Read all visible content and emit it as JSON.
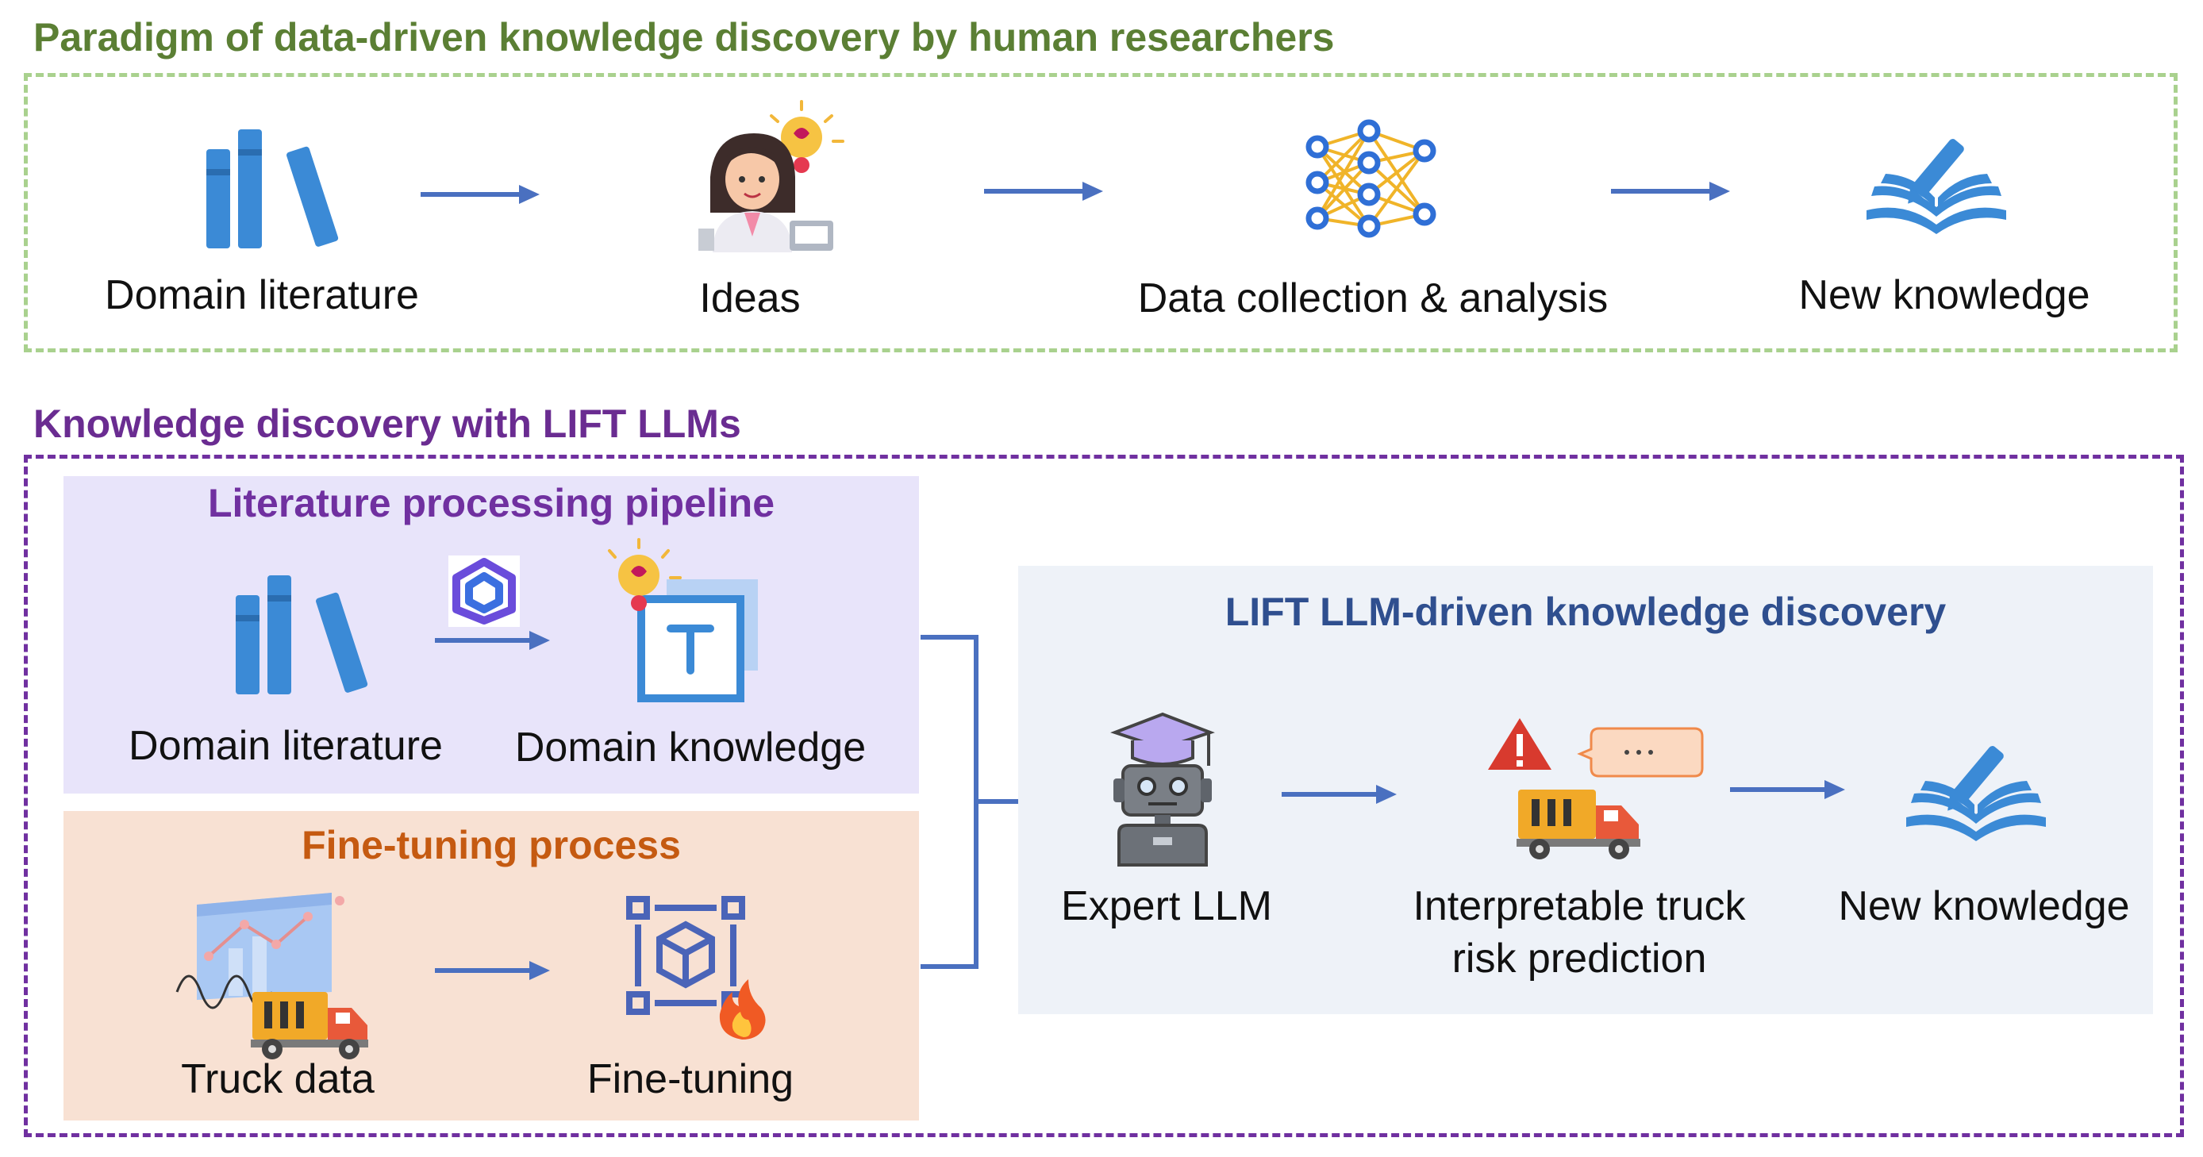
{
  "top": {
    "title": "Paradigm of data-driven knowledge discovery by human researchers",
    "steps": [
      {
        "label": "Domain literature",
        "icon": "books-icon"
      },
      {
        "label": "Ideas",
        "icon": "researcher-idea-icon"
      },
      {
        "label": "Data collection & analysis",
        "icon": "neural-network-icon"
      },
      {
        "label": "New knowledge",
        "icon": "open-book-pen-icon"
      }
    ]
  },
  "bottom": {
    "title": "Knowledge discovery with LIFT LLMs",
    "literature_panel": {
      "title": "Literature processing pipeline",
      "steps": [
        {
          "label": "Domain literature",
          "icon": "books-icon"
        },
        {
          "label": "Domain knowledge",
          "icon": "text-document-idea-icon"
        }
      ],
      "arrow_icon": "llm-logo-icon"
    },
    "finetune_panel": {
      "title": "Fine-tuning process",
      "steps": [
        {
          "label": "Truck data",
          "icon": "truck-data-icon"
        },
        {
          "label": "Fine-tuning",
          "icon": "model-finetune-icon"
        }
      ]
    },
    "discovery_panel": {
      "title": "LIFT LLM-driven knowledge discovery",
      "steps": [
        {
          "label": "Expert LLM",
          "icon": "robot-graduate-icon"
        },
        {
          "label_line1": "Interpretable truck",
          "label_line2": "risk prediction",
          "icon": "truck-warning-icon"
        },
        {
          "label": "New knowledge",
          "icon": "open-book-pen-icon"
        }
      ]
    }
  },
  "colors": {
    "green_title": "#5b7f34",
    "green_dash": "#a9d18e",
    "purple_title": "#6a2c91",
    "purple_dash": "#7030a0",
    "lit_panel_bg": "#e8e4fa",
    "lit_title": "#7030a0",
    "ft_panel_bg": "#f8e1d3",
    "ft_title": "#c55a11",
    "disc_panel_bg": "#eef2f8",
    "disc_title": "#2f4f8f",
    "arrow": "#4a70c0",
    "icon_blue": "#3b8ad6"
  }
}
